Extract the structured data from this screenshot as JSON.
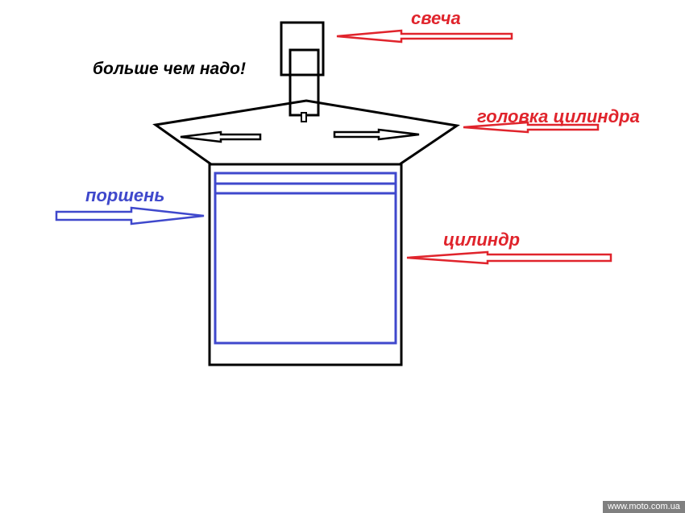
{
  "labels": {
    "spark_plug": "свеча",
    "too_much": "больше чем надо!",
    "cylinder_head": "головка цилиндра",
    "piston": "поршень",
    "cylinder": "цилиндр"
  },
  "watermark": "www.moto.com.ua",
  "colors": {
    "red": "#e0242c",
    "blue": "#3f48cc",
    "black": "#000000"
  }
}
